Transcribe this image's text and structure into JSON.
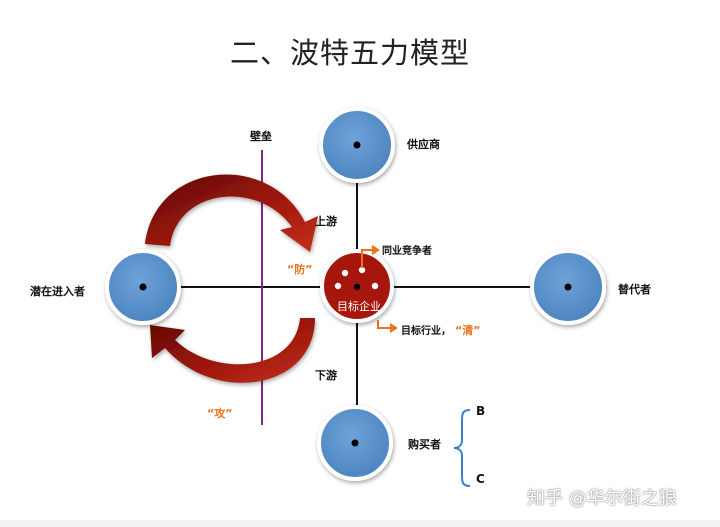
{
  "title": "二、波特五力模型",
  "labels": {
    "barrier": "壁垒",
    "supplier": "供应商",
    "upstream": "上游",
    "fang": "“防”",
    "competitors": "同业竞争者",
    "target": "目标企业",
    "substitutes": "替代者",
    "potential_entrants": "潜在进入者",
    "target_industry": "目标行业，",
    "qing": "“清”",
    "downstream": "下游",
    "gong": "“攻”",
    "buyers": "购买者",
    "b": "B",
    "c": "C"
  },
  "watermark": "知乎 @华尔街之狼",
  "colors": {
    "node_fill": "#5b94cd",
    "node_ring": "#ffffff",
    "center_fill": "#a6140b",
    "arrow_red": "#8e1208",
    "barrier_line": "#7b2a86",
    "accent_orange": "#e8741e",
    "connector": "#111111"
  }
}
